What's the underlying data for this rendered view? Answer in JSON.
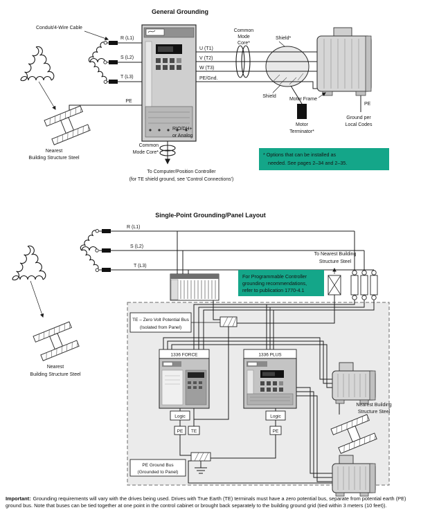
{
  "colors": {
    "highlight": "#14a689",
    "panel": "#ebebeb"
  },
  "top": {
    "title": "General Grounding",
    "labels": {
      "conduit": "Conduit/4-Wire Cable",
      "r": "R (L1)",
      "s": "S (L2)",
      "t": "T (L3)",
      "pe": "PE",
      "u": "U (T1)",
      "v": "V (T2)",
      "w": "W (T3)",
      "pe_gnd": "PE/Gnd.",
      "cmc_a1": "Common",
      "cmc_a2": "Mode",
      "cmc_a3": "Core*",
      "shield_opt": "Shield*",
      "shield": "Shield",
      "motor_frame": "Motor Frame",
      "pe_motor": "PE",
      "ground_per": "Ground per",
      "local_codes": "Local Codes",
      "term_1": "Motor",
      "term_2": "Terminator*",
      "rio_1": "RIO/DH+",
      "rio_2": "or Analog",
      "cmc_b1": "Common",
      "cmc_b2": "Mode Core*",
      "to_comp_1": "To Computer/Position Controller",
      "to_comp_2": "(for TE shield ground, see 'Control Connections')",
      "steel_1": "Nearest",
      "steel_2": "Building Structure Steel"
    },
    "note": {
      "line1": "* Options that can be installed as",
      "line2": "needed. See pages 2–34 and 2–35."
    }
  },
  "bottom": {
    "title": "Single-Point Grounding/Panel Layout",
    "labels": {
      "r": "R (L1)",
      "s": "S (L2)",
      "t": "T (L3)",
      "to_steel_1": "To Nearest Building",
      "to_steel_2": "Structure Steel",
      "te_bus_1": "TE – Zero Volt Potential Bus",
      "te_bus_2": "(Isolated from Panel)",
      "force": "1336 FORCE",
      "plus": "1336 PLUS",
      "logic_force": "Logic",
      "logic_plus": "Logic",
      "pe_force": "PE",
      "te_force": "TE",
      "pe_plus": "PE",
      "pe_bus_1": "PE Ground Bus",
      "pe_bus_2": "(Grounded to Panel)",
      "steel_left_1": "Nearest",
      "steel_left_2": "Building Structure Steel",
      "steel_right_1": "Nearest Building",
      "steel_right_2": "Structure Steel"
    },
    "note": {
      "line1": "For Programmable Controller",
      "line2": "grounding recommendations,",
      "line3": "refer to publication 1770-4.1"
    }
  },
  "footer": {
    "bold": "Important:",
    "text": "Grounding requirements will vary with the drives being used. Drives with True Earth (TE) terminals must have a zero potential bus, separate from potential earth (PE) ground bus. Note that buses can be tied together at one point in the control cabinet or brought back separately to the building ground grid (tied within 3 meters (10 feet))."
  }
}
